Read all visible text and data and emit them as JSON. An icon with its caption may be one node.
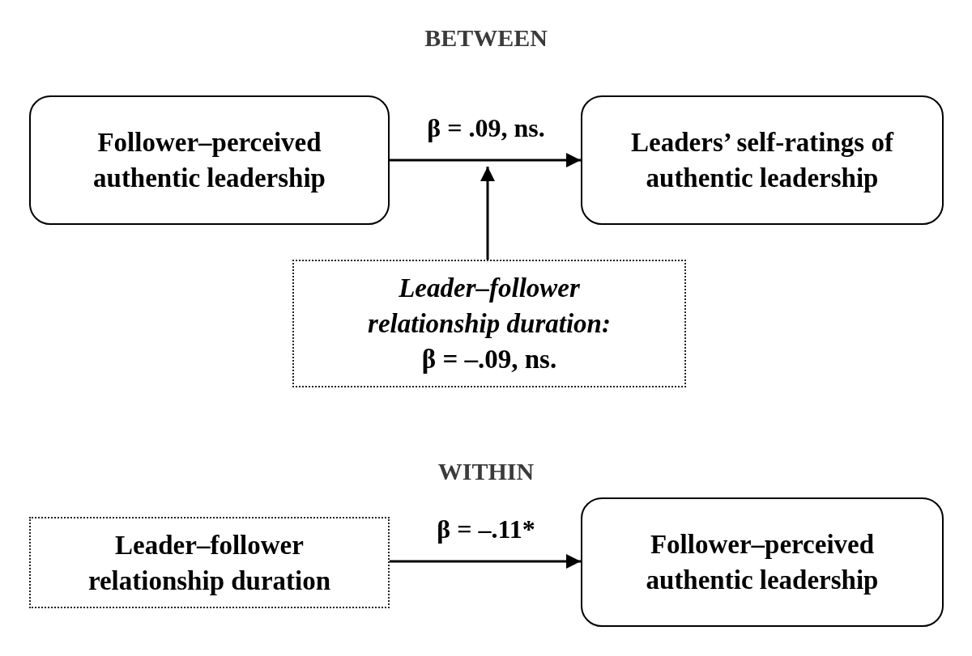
{
  "diagram": {
    "nodes": [
      {
        "text": [
          "Follower–perceived authentic leadership"
        ]
      },
      {
        "text": [
          "Leaders’ self-ratings of authentic leadership"
        ]
      },
      {
        "text": [
          "Leader–follower relationship duration:",
          "β = –.09, ns."
        ]
      },
      {
        "text": [
          "Leader–follower relationship duration"
        ]
      },
      {
        "text": [
          "Follower–perceived authentic leadership"
        ]
      }
    ],
    "edges": [
      {
        "from": 0,
        "to": 1,
        "arrow": "to",
        "label": "β = .09, ns."
      },
      {
        "from": 2,
        "to": null,
        "arrow": "to"
      },
      {
        "from": 3,
        "to": 4,
        "arrow": "to",
        "label": "β = –.11*"
      }
    ],
    "labels": [
      "BETWEEN",
      "WITHIN"
    ]
  }
}
